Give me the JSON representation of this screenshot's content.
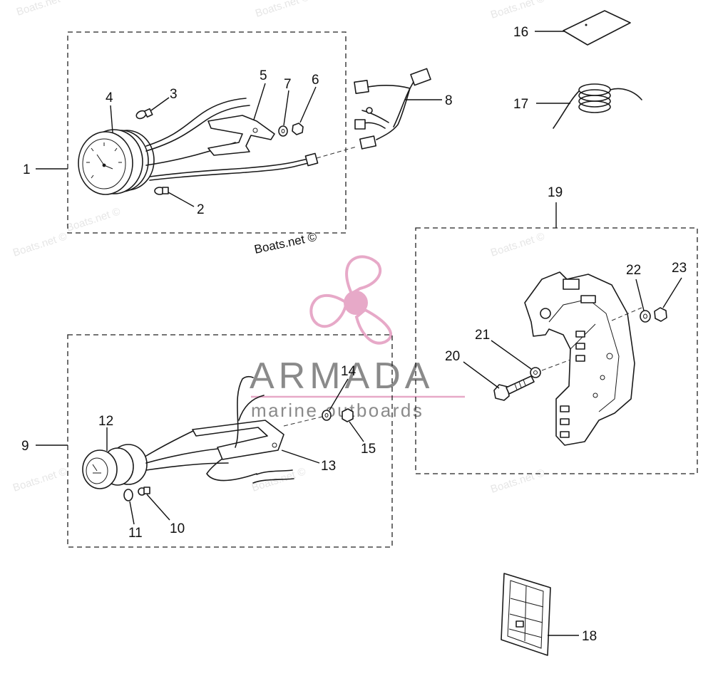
{
  "watermark": {
    "text": "Boats.net ©",
    "copyright_label": "Boats.net ©"
  },
  "logo": {
    "name": "ARMADA",
    "tagline": "marine outboards",
    "colors": {
      "propeller": "#e7a9c8",
      "text": "#8a8a8a",
      "underline": "#e7a9c8"
    }
  },
  "callouts": {
    "c1": "1",
    "c2": "2",
    "c3": "3",
    "c4": "4",
    "c5": "5",
    "c6": "6",
    "c7": "7",
    "c8": "8",
    "c9": "9",
    "c10": "10",
    "c11": "11",
    "c12": "12",
    "c13": "13",
    "c14": "14",
    "c15": "15",
    "c16": "16",
    "c17": "17",
    "c18": "18",
    "c19": "19",
    "c20": "20",
    "c21": "21",
    "c22": "22",
    "c23": "23"
  },
  "groups": [
    {
      "id": "box-1",
      "callout": "1",
      "parts": [
        "2",
        "3",
        "4",
        "5",
        "6",
        "7"
      ]
    },
    {
      "id": "box-9",
      "callout": "9",
      "parts": [
        "10",
        "11",
        "12",
        "13",
        "14",
        "15"
      ]
    },
    {
      "id": "box-19",
      "callout": "19",
      "parts": [
        "20",
        "21",
        "22",
        "23"
      ]
    }
  ],
  "icons": {
    "tachometer": "tachometer-gauge-icon",
    "trim_meter": "trim-meter-gauge-icon",
    "bracket": "mounting-bracket-icon",
    "spacer_plate": "spacer-plate-icon",
    "wire_coil": "wire-coil-icon",
    "label": "label-sticker-icon",
    "harness": "wire-harness-icon",
    "bulb": "bulb-icon",
    "bolt": "bolt-icon",
    "washer": "washer-icon",
    "nut": "nut-icon"
  }
}
